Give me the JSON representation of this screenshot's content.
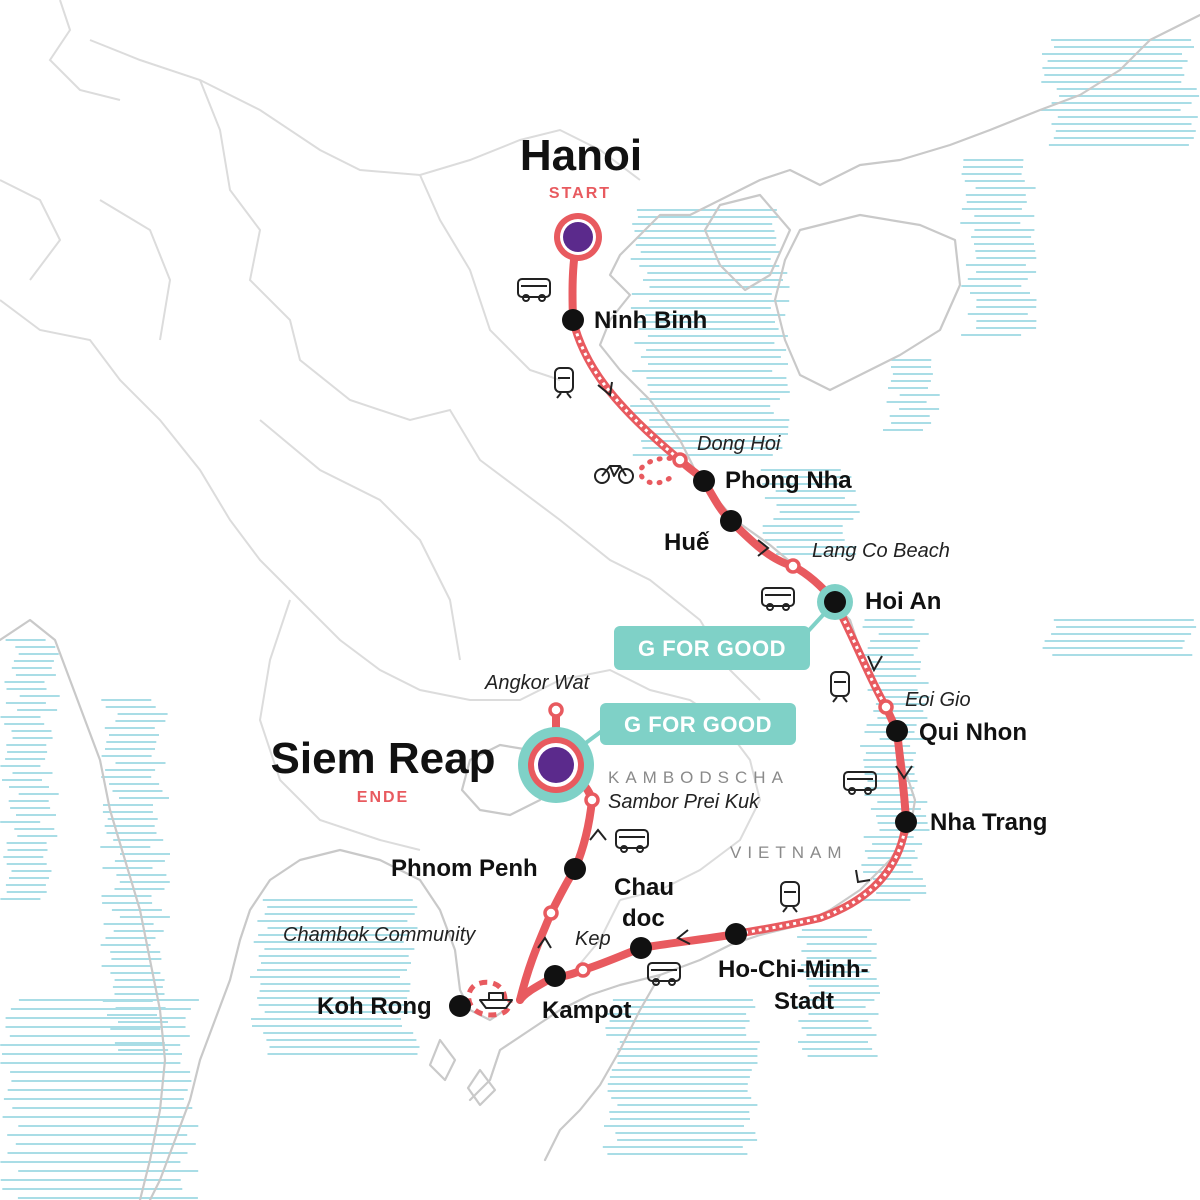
{
  "start": {
    "name": "Hanoi",
    "tag": "START"
  },
  "end": {
    "name": "Siem Reap",
    "tag": "ENDE"
  },
  "stops": [
    "Ninh Binh",
    "Phong Nha",
    "Huế",
    "Hoi An",
    "Qui Nhon",
    "Nha Trang",
    "Ho-Chi-Minh-",
    "Stadt",
    "Chau",
    "doc",
    "Kampot",
    "Koh Rong",
    "Phnom Penh"
  ],
  "pois": [
    "Dong Hoi",
    "Lang Co Beach",
    "Eoi Gio",
    "Angkor Wat",
    "Sambor Prei Kuk",
    "Kep",
    "Chambok Community"
  ],
  "countries": [
    "KAMBODSCHA",
    "VIETNAM"
  ],
  "good_label": "G FOR GOOD",
  "icons": [
    "bus-icon",
    "train-icon",
    "bicycle-icon",
    "boat-icon"
  ],
  "colors": {
    "route": "#e85a5f",
    "good": "#7fd1c7",
    "start_fill": "#5b2a8c",
    "water_hatch": "#a9dde6"
  }
}
